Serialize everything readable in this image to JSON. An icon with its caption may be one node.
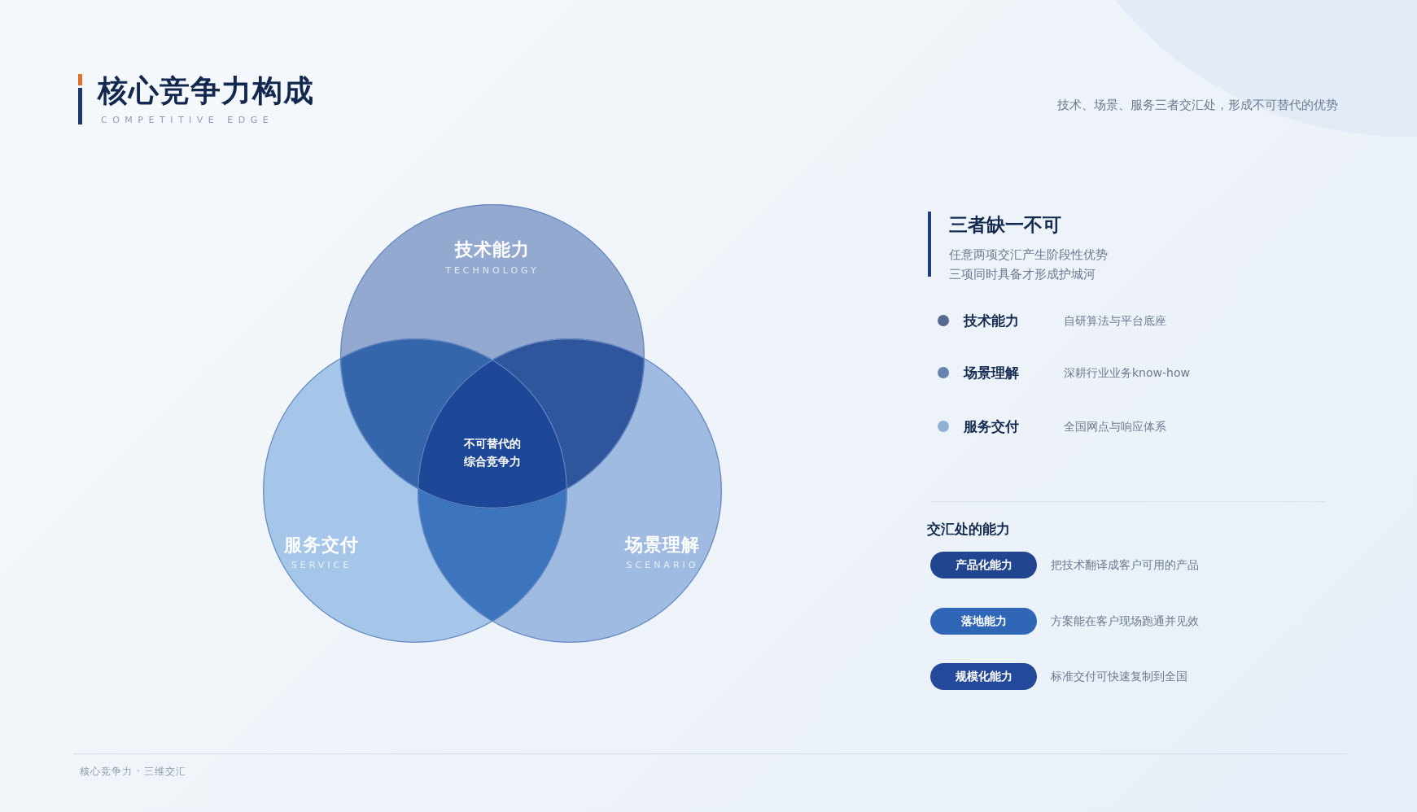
{
  "diagram": {
    "title": "核心竞争力构成",
    "nodes": [
      {
        "text": [
          "技术能力",
          "TECHNOLOGY"
        ]
      },
      {
        "text": [
          "服务交付",
          "SERVICE"
        ]
      },
      {
        "text": [
          "场景理解",
          "SCENARIO"
        ]
      },
      {
        "text": [
          "不可替代的综合竞争力"
        ]
      },
      {
        "text": [
          "产品化能力"
        ],
        "beside": [
          "把技术翻译成客户可用的产品"
        ]
      },
      {
        "text": [
          "落地能力"
        ],
        "beside": [
          "方案能在客户现场跑通并见效"
        ]
      },
      {
        "text": [
          "规模化能力"
        ],
        "beside": [
          "标准交付可快速复制到全国"
        ]
      }
    ],
    "labels": [
      "COMPETITIVE EDGE",
      "技术、场景、服务三者交汇处，形成不可替代的优势",
      "三者缺一不可",
      "任意两项交汇产生阶段性优势",
      "三项同时具备才形成护城河",
      "技术能力",
      "自研算法与平台底座",
      "场景理解",
      "深耕行业业务know-how",
      "服务交付",
      "全国网点与响应体系",
      "交汇处的能力",
      "核心竞争力 · 三维交汇"
    ]
  }
}
